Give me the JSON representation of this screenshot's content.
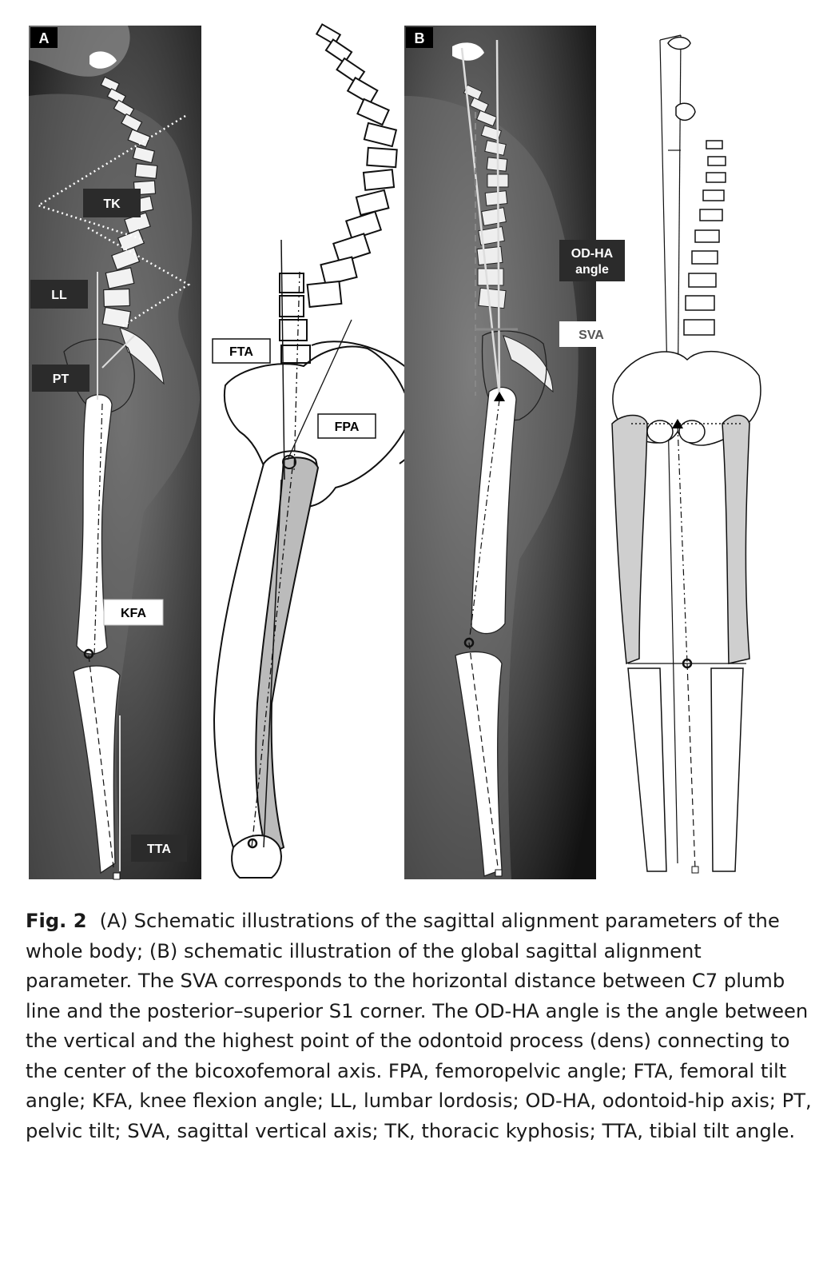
{
  "panels": {
    "a": {
      "letter": "A"
    },
    "b": {
      "letter": "B"
    }
  },
  "labels": {
    "tk": "TK",
    "ll": "LL",
    "pt": "PT",
    "kfa": "KFA",
    "tta": "TTA",
    "fta": "FTA",
    "fpa": "FPA",
    "odha_line1": "OD-HA",
    "odha_line2": "angle",
    "sva": "SVA"
  },
  "caption": {
    "fig_label": "Fig. 2",
    "text": "(A) Schematic illustrations of the sagittal alignment parameters of the whole body; (B) schematic illustration of the global sagittal alignment parameter. The SVA corresponds to the horizontal distance between C7 plumb line and the posterior–superior S1 corner. The OD-HA angle is the angle between the vertical and the highest point of the odontoid process (dens) connecting to the center of the bicoxofemoral axis. FPA, femoropelvic angle; FTA, femoral tilt angle; KFA, knee flexion angle; LL, lumbar lordosis; OD-HA, odontoid-hip axis; PT, pelvic tilt; SVA, sagittal vertical axis; TK, thoracic kyphosis; TTA, tibial tilt angle."
  }
}
